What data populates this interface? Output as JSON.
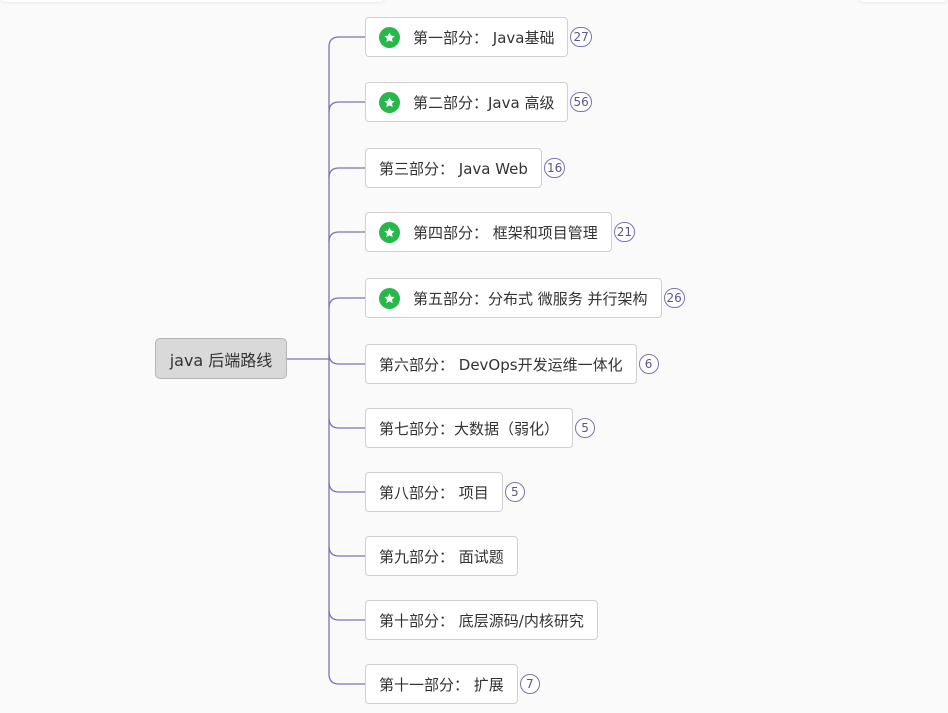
{
  "colors": {
    "connector": "#7b74b0",
    "star_badge": "#27b84a",
    "root_fill": "#d9d9d9",
    "node_border": "#d0d0d0"
  },
  "root": {
    "label": "java 后端路线"
  },
  "branches": [
    {
      "label": "第一部分： Java基础",
      "starred": true,
      "count": "27"
    },
    {
      "label": "第二部分：Java 高级",
      "starred": true,
      "count": "56"
    },
    {
      "label": "第三部分： Java Web",
      "starred": false,
      "count": "16"
    },
    {
      "label": "第四部分： 框架和项目管理",
      "starred": true,
      "count": "21"
    },
    {
      "label": "第五部分：分布式 微服务 并行架构",
      "starred": true,
      "count": "26"
    },
    {
      "label": "第六部分： DevOps开发运维一体化",
      "starred": false,
      "count": "6"
    },
    {
      "label": "第七部分：大数据（弱化）",
      "starred": false,
      "count": "5"
    },
    {
      "label": "第八部分： 项目",
      "starred": false,
      "count": "5"
    },
    {
      "label": "第九部分： 面试题",
      "starred": false,
      "count": ""
    },
    {
      "label": "第十部分： 底层源码/内核研究",
      "starred": false,
      "count": ""
    },
    {
      "label": "第十一部分： 扩展",
      "starred": false,
      "count": "7"
    }
  ]
}
